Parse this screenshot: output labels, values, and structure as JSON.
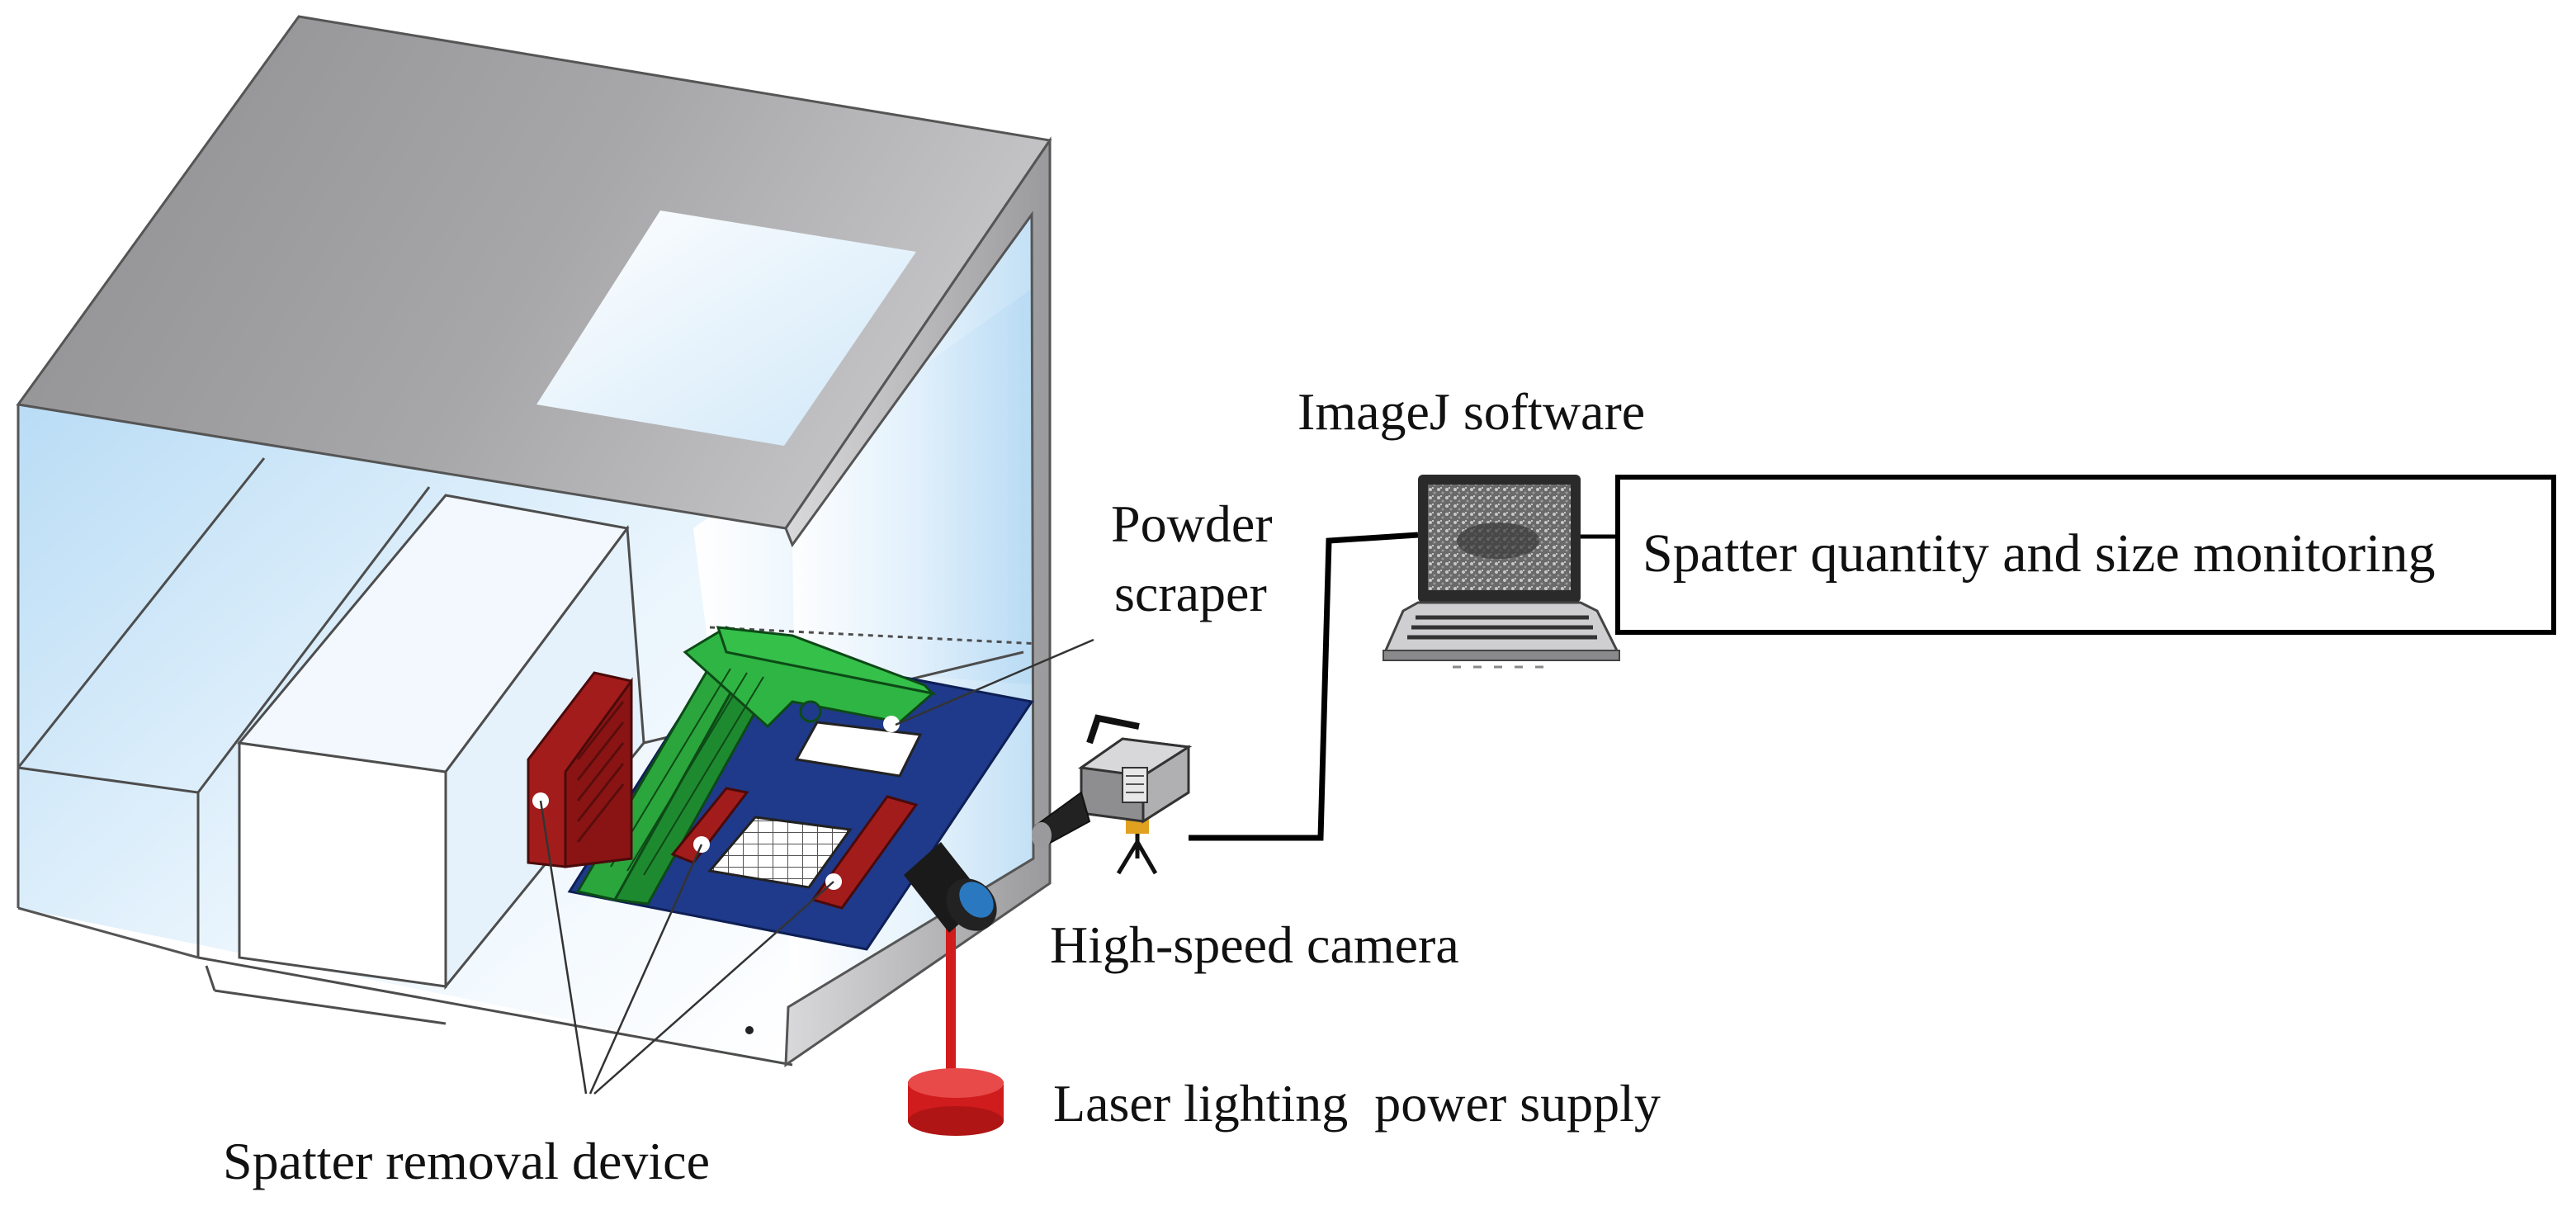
{
  "labels": {
    "imagej": "ImageJ software",
    "powder_line1": "Powder",
    "powder_line2": "scraper",
    "monitoring": "Spatter quantity and size monitoring",
    "camera": "High-speed camera",
    "laser": "Laser lighting  power supply",
    "removal": "Spatter removal device"
  },
  "colors": {
    "housing_top": "#8c8c8e",
    "housing_edge": "#6f6f71",
    "glass": "#dbeefb",
    "base_plate": "#1f3a8a",
    "scraper_green": "#2aa63c",
    "removal_red": "#a31c1c",
    "laser_red": "#d01c1c",
    "cable": "#000000"
  },
  "icons": {
    "laptop": "laptop-icon",
    "camera": "video-camera-icon",
    "laser": "laser-light-icon"
  }
}
